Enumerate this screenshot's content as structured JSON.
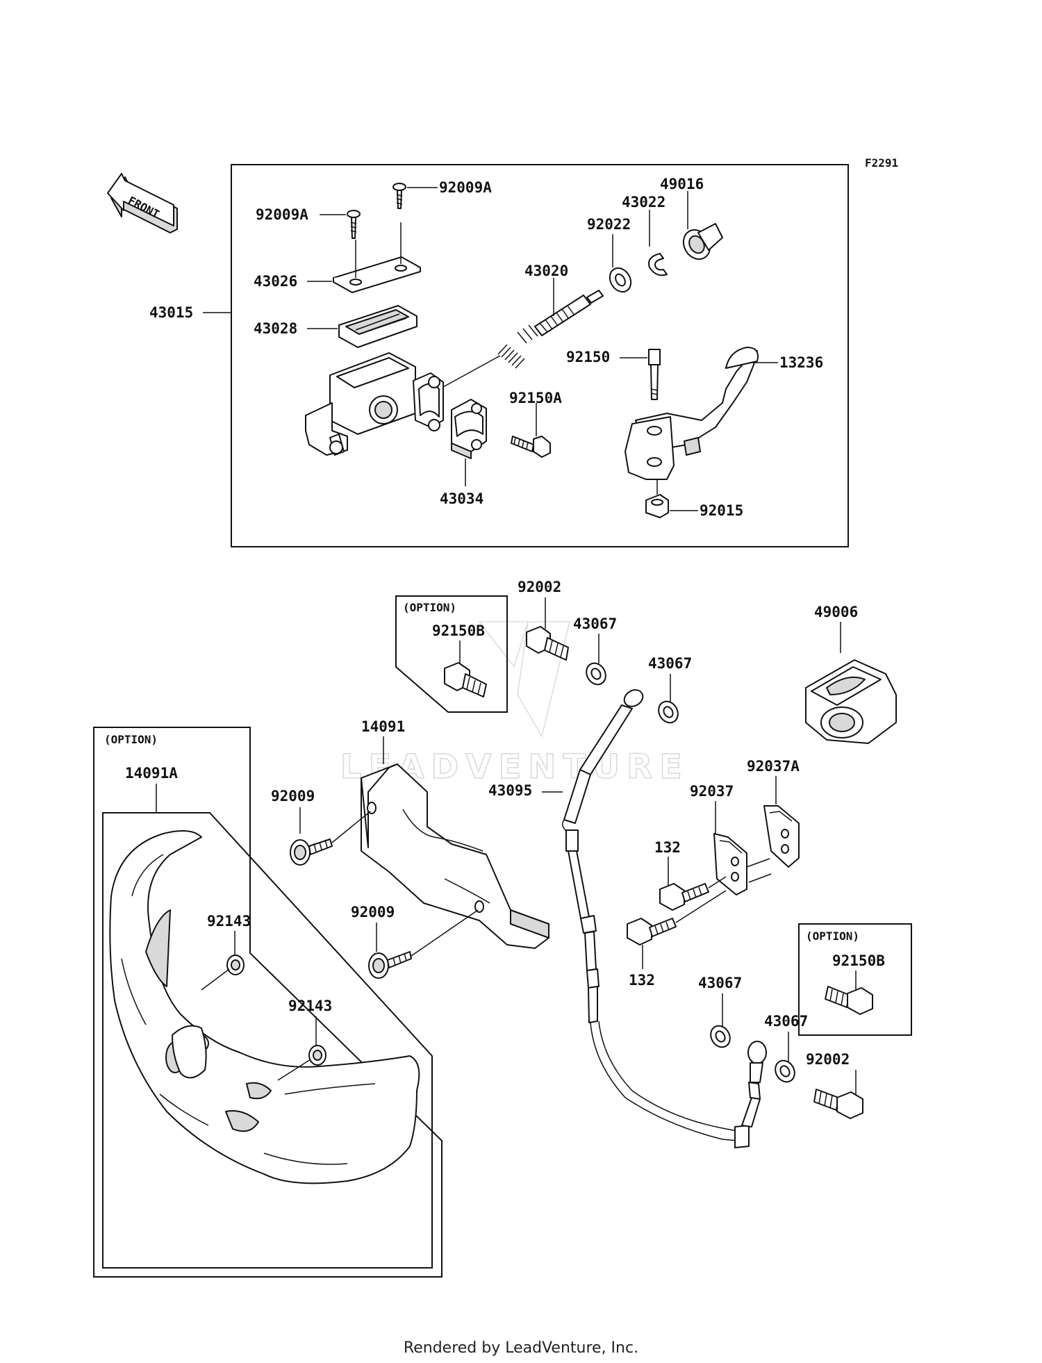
{
  "diagram_code": "F2291",
  "front_arrow": {
    "label": "FRONT"
  },
  "watermark": "LEADVENTURE",
  "footer": "Rendered by LeadVenture, Inc.",
  "option_label": "(OPTION)",
  "parts": {
    "p43015": "43015",
    "p92009A_1": "92009A",
    "p92009A_2": "92009A",
    "p43026": "43026",
    "p43028": "43028",
    "p43020": "43020",
    "p92022": "92022",
    "p43022": "43022",
    "p49016": "49016",
    "p92150": "92150",
    "p13236": "13236",
    "p92150A": "92150A",
    "p43034": "43034",
    "p92015": "92015",
    "p92002_top": "92002",
    "p92150B_1": "92150B",
    "p43067_1": "43067",
    "p43067_2": "43067",
    "p49006": "49006",
    "p14091": "14091",
    "p14091A": "14091A",
    "p92009_1": "92009",
    "p92009_2": "92009",
    "p43095": "43095",
    "p92037A": "92037A",
    "p92037": "92037",
    "p132_1": "132",
    "p132_2": "132",
    "p92143_1": "92143",
    "p92143_2": "92143",
    "p43067_3": "43067",
    "p43067_4": "43067",
    "p92150B_2": "92150B",
    "p92002_bottom": "92002"
  }
}
